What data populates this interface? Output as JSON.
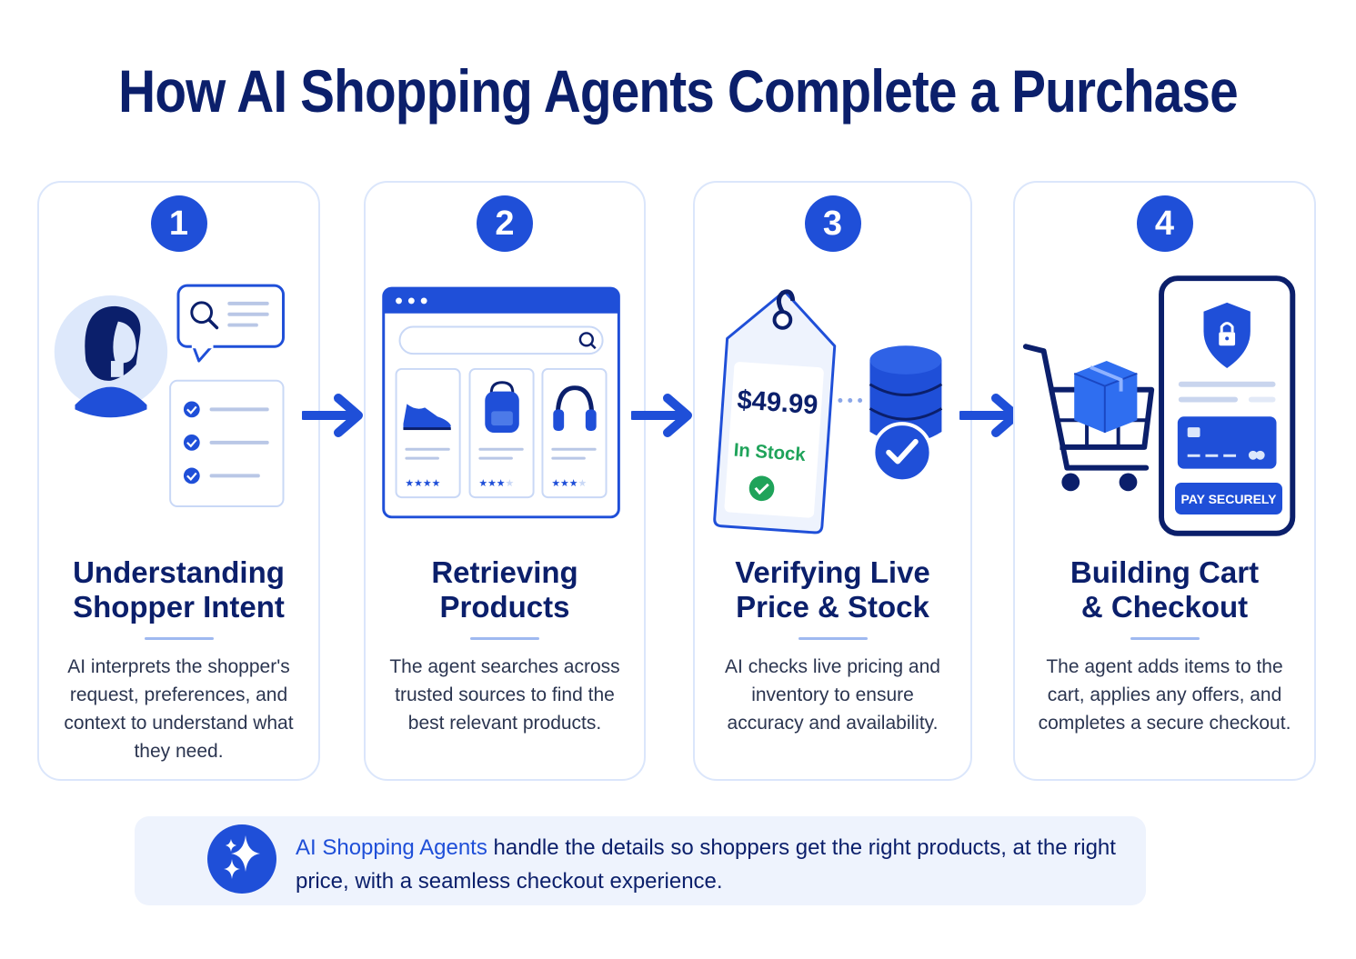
{
  "title": "How AI Shopping Agents Complete a Purchase",
  "steps": [
    {
      "number": "1",
      "heading_line1": "Understanding",
      "heading_line2": "Shopper Intent",
      "description": "AI interprets the shopper's request, preferences, and context to understand what they need."
    },
    {
      "number": "2",
      "heading_line1": "Retrieving",
      "heading_line2": "Products",
      "description": "The agent searches across trusted sources to find the best relevant products."
    },
    {
      "number": "3",
      "heading_line1": "Verifying Live",
      "heading_line2": "Price & Stock",
      "description": "AI checks live pricing and inventory to ensure accuracy and availability.",
      "price": "$49.99",
      "stock_label": "In Stock"
    },
    {
      "number": "4",
      "heading_line1": "Building Cart",
      "heading_line2": "& Checkout",
      "description": "The agent adds items to the cart, applies any offers, and completes a secure checkout.",
      "pay_button": "PAY SECURELY"
    }
  ],
  "footer": {
    "highlight": "AI Shopping Agents",
    "text": " handle the details so shoppers get the right products, at the right price, with a seamless checkout experience."
  },
  "colors": {
    "primary": "#1f4fd8",
    "navy": "#0b1f6b",
    "light_blue": "#dbe6fb",
    "green": "#1fa35a"
  }
}
